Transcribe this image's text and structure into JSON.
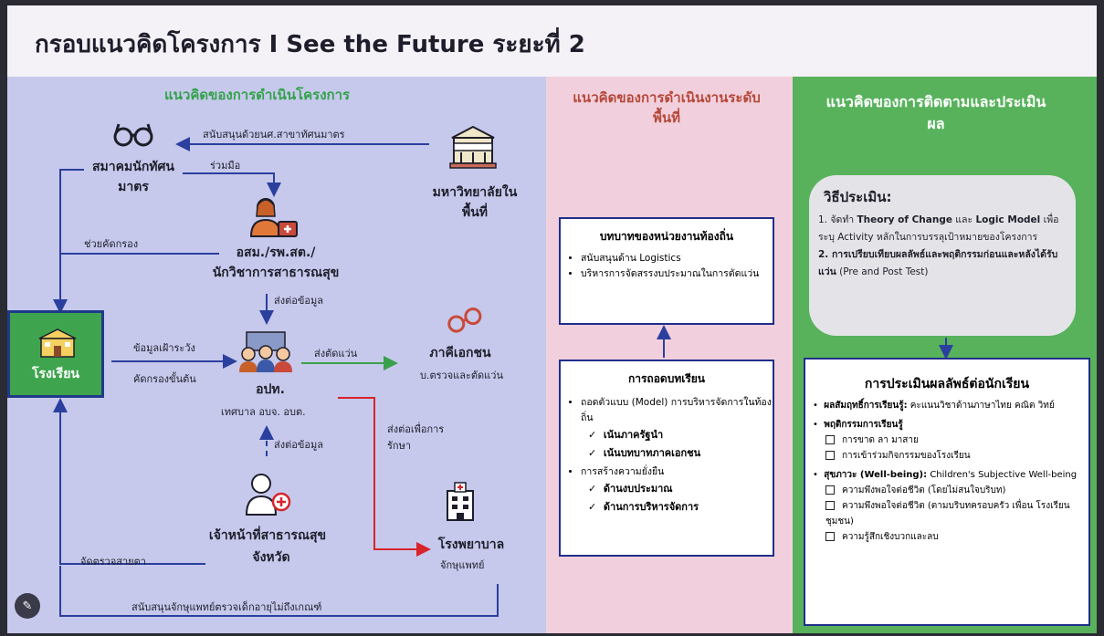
{
  "title": "กรอบแนวคิดโครงการ I See the Future ระยะที่ 2",
  "headers": {
    "project": "แนวคิดของการดำเนินโครงการ",
    "area": "แนวคิดของการดำเนินงานระดับพื้นที่",
    "monitoring": "แนวคิดของการติดตามและประเมินผล"
  },
  "nodes": {
    "association": "สมาคมนักทัศนมาตร",
    "university": "มหาวิทยาลัยในพื้นที่",
    "vhv_line1": "อสม./รพ.สต./",
    "vhv_line2": "นักวิชาการสาธารณสุข",
    "school": "โรงเรียน",
    "lao": "อปท.",
    "lao_sub": "เทศบาล อบจ. อบต.",
    "private": "ภาคีเอกชน",
    "private_sub": "บ.ตรวจและตัดแว่น",
    "officer_line1": "เจ้าหน้าที่สาธารณสุข",
    "officer_line2": "จังหวัด",
    "hospital": "โรงพยาบาล",
    "hospital_sub": "จักษุแพทย์"
  },
  "arrows": {
    "support_optometry": "สนับสนุนด้วยนศ.สาขาทัศนมาตร",
    "cooperate": "ร่วมมือ",
    "help_screen": "ช่วยคัดกรอง",
    "send_data": "ส่งต่อข้อมูล",
    "surveillance": "ข้อมูลเฝ้าระวัง",
    "basic_screen": "คัดกรองขั้นต้น",
    "glasses": "ส่งตัดแว่น",
    "send_data2": "ส่งต่อข้อมูล",
    "refer_treat": "ส่งต่อเพื่อการรักษา",
    "eye_check": "จัดตรวจสายตา",
    "support_ophth": "สนับสนุนจักษุแพทย์ตรวจเด็กอายุไม่ถึงเกณฑ์"
  },
  "local_role": {
    "title": "บทบาทของหน่วยงานท้องถิ่น",
    "items": [
      "สนับสนุนด้าน Logistics",
      "บริหารการจัดสรรงบประมาณในการตัดแว่น"
    ]
  },
  "lessons": {
    "title": "การถอดบทเรียน",
    "item1": "ถอดตัวแบบ (Model) การบริหารจัดการในท้องถิ่น",
    "item1_checks": [
      "เน้นภาครัฐนำ",
      "เน้นบทบาทภาคเอกชน"
    ],
    "item2": "การสร้างความยั่งยืน",
    "item2_checks": [
      "ด้านงบประมาณ",
      "ด้านการบริหารจัดการ"
    ]
  },
  "method": {
    "title": "วิธีประเมิน:",
    "p1_a": "1. จัดทำ ",
    "p1_b": "Theory of Change",
    "p1_c": " และ ",
    "p1_d": "Logic Model",
    "p1_e": " เพื่อระบุ Activity หลักในการบรรลุเป้าหมายของโครงการ",
    "p2_a": "2. การเปรียบเทียบผลลัพธ์และพฤติกรรมก่อนและหลังได้รับแว่น",
    "p2_b": " (Pre and Post Test)"
  },
  "evaluation": {
    "title": "การประเมินผลลัพธ์ต่อนักเรียน",
    "learning_label": "ผลสัมฤทธิ์การเรียนรู้:",
    "learning_text": " คะแนนวิชาด้านภาษาไทย คณิต วิทย์",
    "behavior_label": "พฤติกรรมการเรียนรู้",
    "behavior_items": [
      "การขาด ลา มาสาย",
      "การเข้าร่วมกิจกรรมของโรงเรียน"
    ],
    "wellbeing_label": "สุขภาวะ (Well-being):",
    "wellbeing_text": " Children's Subjective Well-being",
    "wellbeing_items": [
      "ความพึงพอใจต่อชีวิต (โดยไม่สนใจบริบท)",
      "ความพึงพอใจต่อชีวิต (ตามบริบทครอบครัว เพื่อน โรงเรียน ชุมชน)",
      "ความรู้สึกเชิงบวกและลบ"
    ]
  },
  "colors": {
    "panel_project": "#c6c9ec",
    "panel_area": "#f2cfdc",
    "panel_monitoring": "#58b25c",
    "school_green": "#3fa44e",
    "arrow_blue": "#2b3f9e",
    "arrow_red": "#d8242b",
    "arrow_green": "#3aa04a"
  },
  "icons": {
    "association": "glasses-icon",
    "university": "university-icon",
    "vhv": "health-worker-icon",
    "school": "school-icon",
    "lao": "community-icon",
    "private": "eyeglasses-icon",
    "officer": "doctor-icon",
    "hospital": "hospital-icon",
    "tool": "pencil-icon"
  }
}
